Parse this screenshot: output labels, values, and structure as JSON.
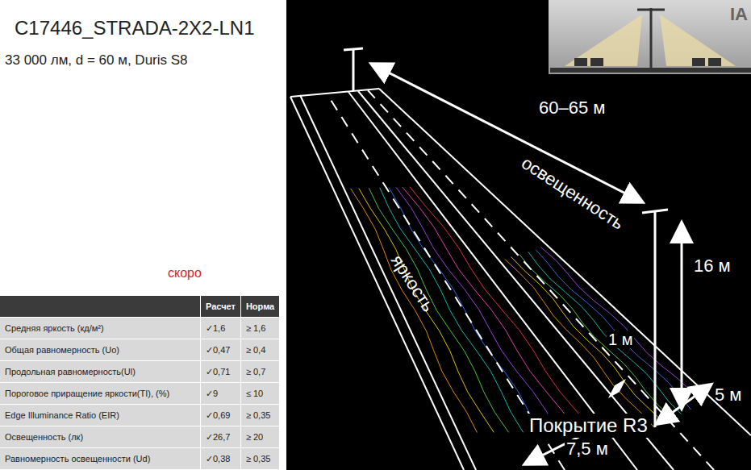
{
  "diagram": {
    "title": "C17446_STRADA-2X2-LN1",
    "labels": [
      "33 000 лм, d = 60 м, Duris S8",
      "скоро",
      "Расчет",
      "Норма",
      "Средняя яркость (кд/м²)",
      "✓1,6",
      "≥ 1,6",
      "Общая равномерность (Uo)",
      "✓0,47",
      "≥ 0,4",
      "Продольная равномерность(Ul)",
      "✓0,71",
      "≥ 0,7",
      "Пороговое приращение яркости(TI), (%)",
      "✓9",
      "≤ 10",
      "Edge Illuminance Ratio (EIR)",
      "✓0,69",
      "≥ 0,35",
      "Освещенность (лк)",
      "✓26,7",
      "≥ 20",
      "Равномерность освещенности (Ud)",
      "✓0,38",
      "≥ 0,35",
      "60–65 м",
      "освещенность",
      "яркость",
      "16 м",
      "1 м",
      "5 м",
      "7,5 м",
      "Покрытие R3",
      "IA"
    ]
  }
}
